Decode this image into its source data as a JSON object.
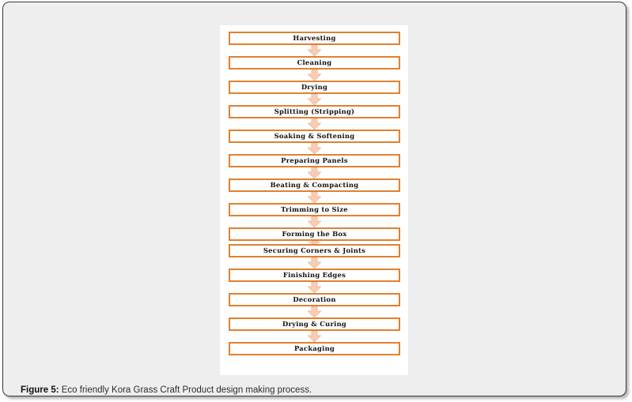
{
  "figure": {
    "caption_label": "Figure 5:",
    "caption_text": " Eco friendly Kora Grass Craft Product design making process.",
    "panel_background": "#ffffff",
    "card_background": "#eeeeee",
    "card_border_color": "#3a3a3a"
  },
  "flowchart": {
    "type": "vertical-process-flow",
    "box_border_color": "#e0812f",
    "box_fill_color": "#ffffff",
    "arrow_fill_color": "#f7cdb4",
    "arrow_edge_color": "#f0b395",
    "text_color": "#15110f",
    "steps": [
      {
        "index": 1,
        "label": "Harvesting",
        "arrow_after": "down",
        "gap": "normal"
      },
      {
        "index": 2,
        "label": "Cleaning",
        "arrow_after": "down",
        "gap": "normal"
      },
      {
        "index": 3,
        "label": "Drying",
        "arrow_after": "down",
        "gap": "normal"
      },
      {
        "index": 4,
        "label": "Splitting (Stripping)",
        "arrow_after": "down",
        "gap": "normal"
      },
      {
        "index": 5,
        "label": "Soaking & Softening",
        "arrow_after": "down",
        "gap": "normal"
      },
      {
        "index": 6,
        "label": "Preparing Panels",
        "arrow_after": "down",
        "gap": "normal"
      },
      {
        "index": 7,
        "label": "Beating & Compacting",
        "arrow_after": "down",
        "gap": "normal"
      },
      {
        "index": 8,
        "label": "Trimming to Size",
        "arrow_after": "down",
        "gap": "normal"
      },
      {
        "index": 9,
        "label": "Forming the Box",
        "arrow_after": "down-tight",
        "gap": "tight"
      },
      {
        "index": 10,
        "label": "Securing Corners & Joints",
        "arrow_after": "down",
        "gap": "normal"
      },
      {
        "index": 11,
        "label": "Finishing Edges",
        "arrow_after": "down",
        "gap": "normal"
      },
      {
        "index": 12,
        "label": "Decoration",
        "arrow_after": "down",
        "gap": "normal"
      },
      {
        "index": 13,
        "label": "Drying & Curing",
        "arrow_after": "down",
        "gap": "normal"
      },
      {
        "index": 14,
        "label": "Packaging",
        "arrow_after": "none",
        "gap": "none"
      }
    ]
  }
}
